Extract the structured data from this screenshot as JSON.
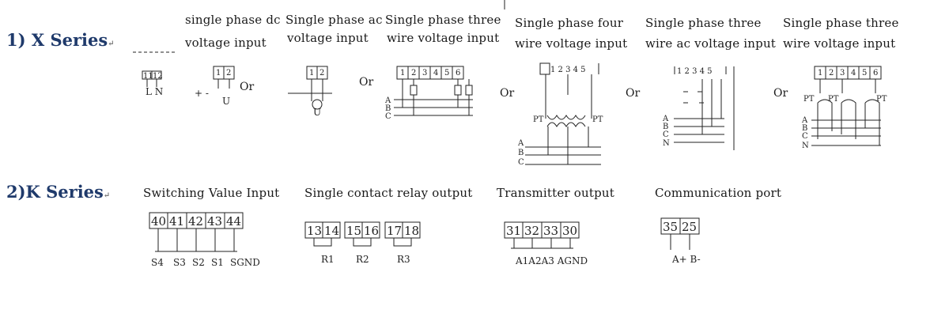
{
  "x_series": {
    "title": "1) X Series",
    "return_mark": "↵",
    "headers": [
      {
        "l1": "single phase dc",
        "l2": "voltage input"
      },
      {
        "l1": "Single phase ac",
        "l2": "voltage input"
      },
      {
        "l1": "Single phase three",
        "l2": "wire voltage input"
      },
      {
        "l1": "Single phase four",
        "l2": "wire voltage input"
      },
      {
        "l1": "Single phase three",
        "l2": "wire ac voltage input"
      },
      {
        "l1": "Single phase three",
        "l2": "wire voltage input"
      }
    ],
    "or_label": "Or",
    "power_terminals": [
      "11",
      "12"
    ],
    "power_labels": "L N",
    "dc_terminals": [
      "1",
      "2"
    ],
    "dc_signs": "+  -",
    "dc_u": "U",
    "ac_terminals": [
      "1",
      "2"
    ],
    "ac_u": "U",
    "three_wire_terminals": [
      "1",
      "2",
      "3",
      "4",
      "5",
      "6"
    ],
    "phases_abc": [
      "A",
      "B",
      "C"
    ],
    "phases_abcn": [
      "A",
      "B",
      "C",
      "N"
    ],
    "four_wire_terminals": "1 2 3 4 5",
    "pt_label": "PT",
    "ac_three_terminals": "1 2 3 4 5"
  },
  "k_series": {
    "title": "2)K Series",
    "headers": [
      "Switching Value Input",
      "Single contact relay output",
      "Transmitter output",
      "Communication port"
    ],
    "switch_terminals": [
      "40",
      "41",
      "42",
      "43",
      "44"
    ],
    "switch_labels": [
      "S4",
      "S3",
      "S2",
      "S1",
      "SGND"
    ],
    "relay_terminals": [
      "13",
      "14",
      "15",
      "16",
      "17",
      "18"
    ],
    "relay_labels": [
      "R1",
      "R2",
      "R3"
    ],
    "transmitter_terminals": [
      "31",
      "32",
      "33",
      "30"
    ],
    "transmitter_labels": "A1A2A3 AGND",
    "comm_terminals": [
      "35",
      "25"
    ],
    "comm_labels": "A+ B-"
  }
}
